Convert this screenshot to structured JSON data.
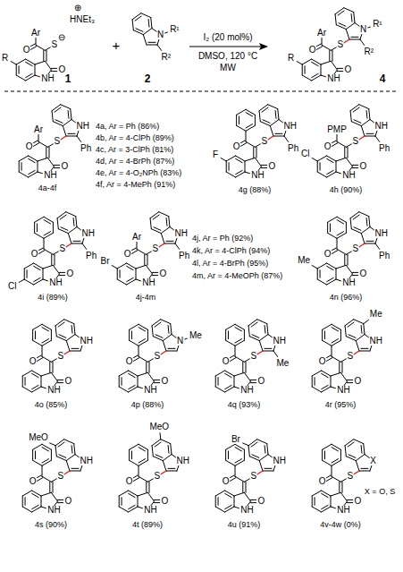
{
  "diagram": {
    "labels": [
      "O",
      "S",
      "O",
      "NH",
      "Ar",
      "R",
      "⊖",
      "HNEt₃",
      "⊕",
      "1",
      "+",
      "N",
      "R²",
      "R¹",
      "2",
      "I₂ (20 mol%)",
      "DMSO, 120 °C",
      "MW",
      "O",
      "S",
      "O",
      "NH",
      "N",
      "Ar",
      "R",
      "R²",
      "R¹",
      "4",
      "O",
      "S",
      "O",
      "NH",
      "NH",
      "Ar",
      "Ph",
      "4a-4f",
      "4a, Ar = Ph (86%)",
      "4b, Ar = 4-ClPh (89%)",
      "4c, Ar = 3-ClPh (81%)",
      "4d, Ar = 4-BrPh (87%)",
      "4e, Ar = 4-O₂NPh (83%)",
      "4f, Ar = 4-MePh (91%)",
      "O",
      "S",
      "O",
      "NH",
      "NH",
      "F",
      "Ph",
      "4g (88%)",
      "O",
      "S",
      "O",
      "NH",
      "NH",
      "PMP",
      "Cl",
      "Ph",
      "4h (90%)",
      "O",
      "S",
      "O",
      "NH",
      "NH",
      "Cl",
      "Ph",
      "4i (89%)",
      "O",
      "S",
      "O",
      "NH",
      "NH",
      "Ar",
      "Br",
      "Ph",
      "4j-4m",
      "4j, Ar = Ph (92%)",
      "4k, Ar = 4-ClPh (94%)",
      "4l, Ar = 4-BrPh (95%)",
      "4m, Ar = 4-MeOPh (87%)",
      "O",
      "S",
      "O",
      "NH",
      "NH",
      "Me",
      "Ph",
      "4n (96%)",
      "O",
      "S",
      "O",
      "NH",
      "NH",
      "4o (85%)",
      "O",
      "S",
      "O",
      "NH",
      "N",
      "Me",
      "4p (88%)",
      "O",
      "S",
      "O",
      "NH",
      "NH",
      "Me",
      "4q (93%)",
      "O",
      "S",
      "O",
      "NH",
      "NH",
      "Me",
      "4r (95%)",
      "O",
      "S",
      "O",
      "NH",
      "NH",
      "MeO",
      "4s (90%)",
      "O",
      "S",
      "O",
      "NH",
      "NH",
      "MeO",
      "4t (89%)",
      "O",
      "S",
      "O",
      "NH",
      "NH",
      "Br",
      "4u (91%)",
      "O",
      "S",
      "O",
      "NH",
      "X",
      "4v-4w (0%)",
      "X = O, S"
    ]
  }
}
